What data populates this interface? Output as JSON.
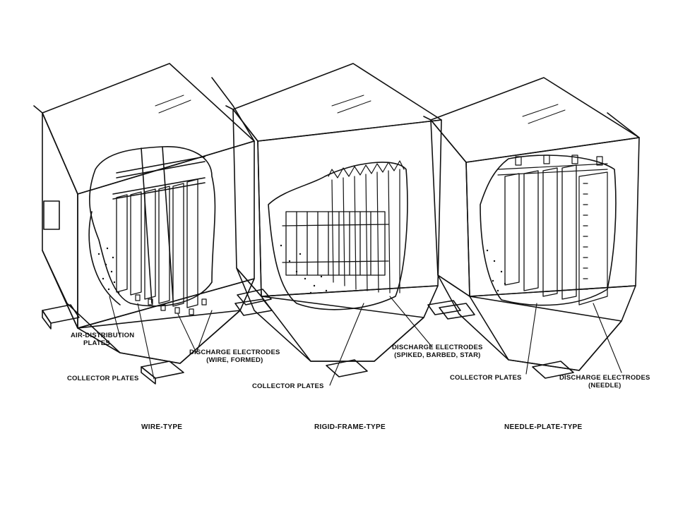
{
  "units": [
    {
      "caption": "WIRE-TYPE",
      "labels": {
        "air_distribution_line1": "AIR-DISTRIBUTION",
        "air_distribution_line2": "PLATES",
        "discharge_line1": "DISCHARGE ELECTRODES",
        "discharge_line2": "(WIRE, FORMED)",
        "collector": "COLLECTOR PLATES"
      }
    },
    {
      "caption": "RIGID-FRAME-TYPE",
      "labels": {
        "discharge_line1": "DISCHARGE ELECTRODES",
        "discharge_line2": "(SPIKED, BARBED, STAR)",
        "collector": "COLLECTOR PLATES"
      }
    },
    {
      "caption": "NEEDLE-PLATE-TYPE",
      "labels": {
        "collector": "COLLECTOR PLATES",
        "discharge_line1": "DISCHARGE ELECTRODES",
        "discharge_line2": "(NEEDLE)"
      }
    }
  ]
}
